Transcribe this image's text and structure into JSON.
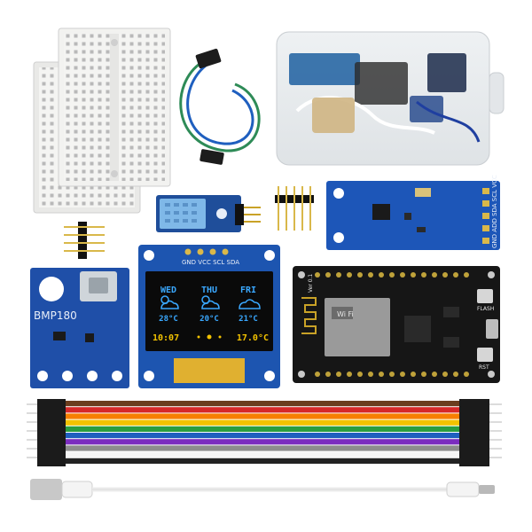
{
  "oled": {
    "pins": "GND VCC SCL SDA",
    "days": [
      {
        "day": "WED",
        "temp": "28°C"
      },
      {
        "day": "THU",
        "temp": "20°C"
      },
      {
        "day": "FRI",
        "temp": "21°C"
      }
    ],
    "time": "10:07",
    "temperature": "17.0°C"
  },
  "bmp": {
    "label": "BMP180"
  },
  "light_sensor": {
    "pins": "GND ADD SDA SCL VCC"
  },
  "nodemcu": {
    "version": "Ver 0.1",
    "wifi": "Wi Fi",
    "flash": "FLASH",
    "rst": "RST"
  },
  "ribbon_colors": [
    "#6b3d1e",
    "#d62828",
    "#f77f00",
    "#f2c200",
    "#2a9d3f",
    "#1f5fbf",
    "#7b2cbf",
    "#8d8d8d",
    "#f5f5f5",
    "#222222"
  ]
}
